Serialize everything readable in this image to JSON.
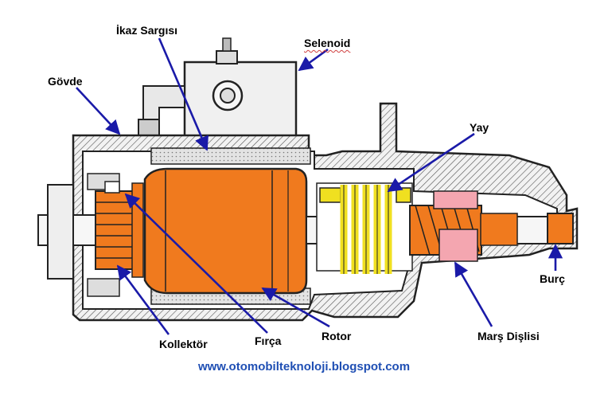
{
  "labels": {
    "ikaz_sargisi": "İkaz Sargısı",
    "selenoid": "Selenoid",
    "govde": "Gövde",
    "yay": "Yay",
    "burc": "Burç",
    "kollektor": "Kollektör",
    "firca": "Fırça",
    "rotor": "Rotor",
    "mars_dislisi": "Marş Dişlisi"
  },
  "footer": {
    "url": "www.otomobilteknoloji.blogspot.com"
  },
  "colors": {
    "armature": "#f07a1e",
    "spring": "#f0e020",
    "gear_pink": "#f4a6b0",
    "leader_line": "#1a1aa8",
    "housing_fill": "#e6e6e6",
    "outline": "#222222",
    "url_text": "#1f4fb4"
  }
}
